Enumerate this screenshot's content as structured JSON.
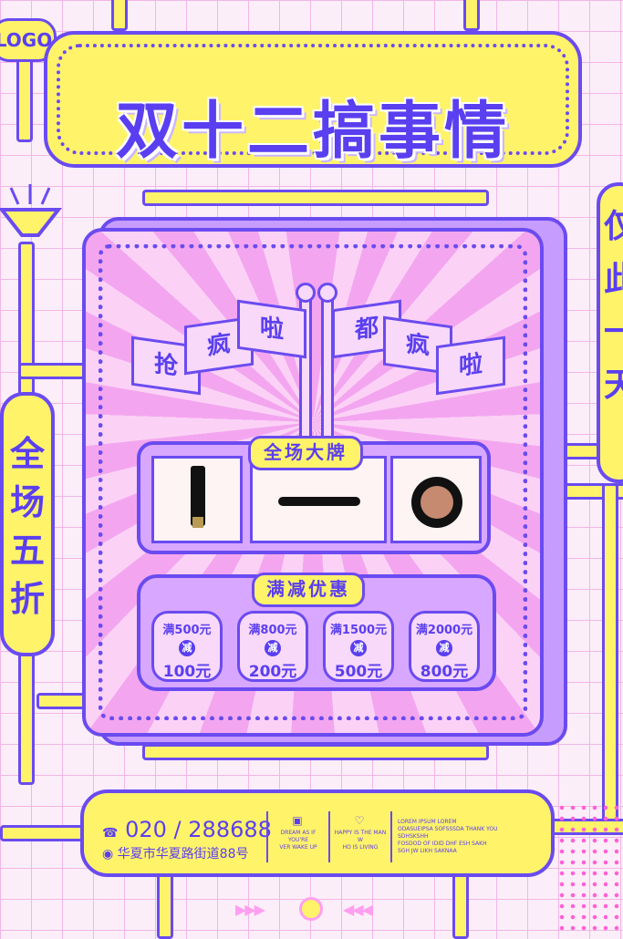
{
  "logo": "LOGO",
  "title": "双十二搞事情",
  "side_left": [
    "全",
    "场",
    "五",
    "折"
  ],
  "side_right": [
    "仅",
    "此",
    "一",
    "天"
  ],
  "flags": [
    "抢",
    "疯",
    "啦",
    "都",
    "疯",
    "啦"
  ],
  "brand_tag": "全场大牌",
  "discount_tag": "满减优惠",
  "coupons": [
    {
      "line1": "满500元",
      "mid": "减",
      "line3": "100元"
    },
    {
      "line1": "满800元",
      "mid": "减",
      "line3": "200元"
    },
    {
      "line1": "满1500元",
      "mid": "减",
      "line3": "500元"
    },
    {
      "line1": "满2000元",
      "mid": "减",
      "line3": "800元"
    }
  ],
  "footer": {
    "phone_prefix": "020",
    "phone": "288688",
    "address": "华夏市华夏路街道88号",
    "mini1": "DREAM AS IF YOU'RE\nVER WAKE UP",
    "mini2": "HAPPY IS THE MAN W\nHO IS LIVING",
    "mini3": "LOREM IPSUM LOREM\nODASUEIPSA SOFSSSDA THANK YOU\nSDHSKSHH\nFOSDOD OF IDID DHF ESH SAKH\nSGH JW LIKH SAKNAA"
  },
  "colors": {
    "purple": "#6a4bf0",
    "yellow": "#fff36a",
    "pink": "#f3a6ef"
  }
}
